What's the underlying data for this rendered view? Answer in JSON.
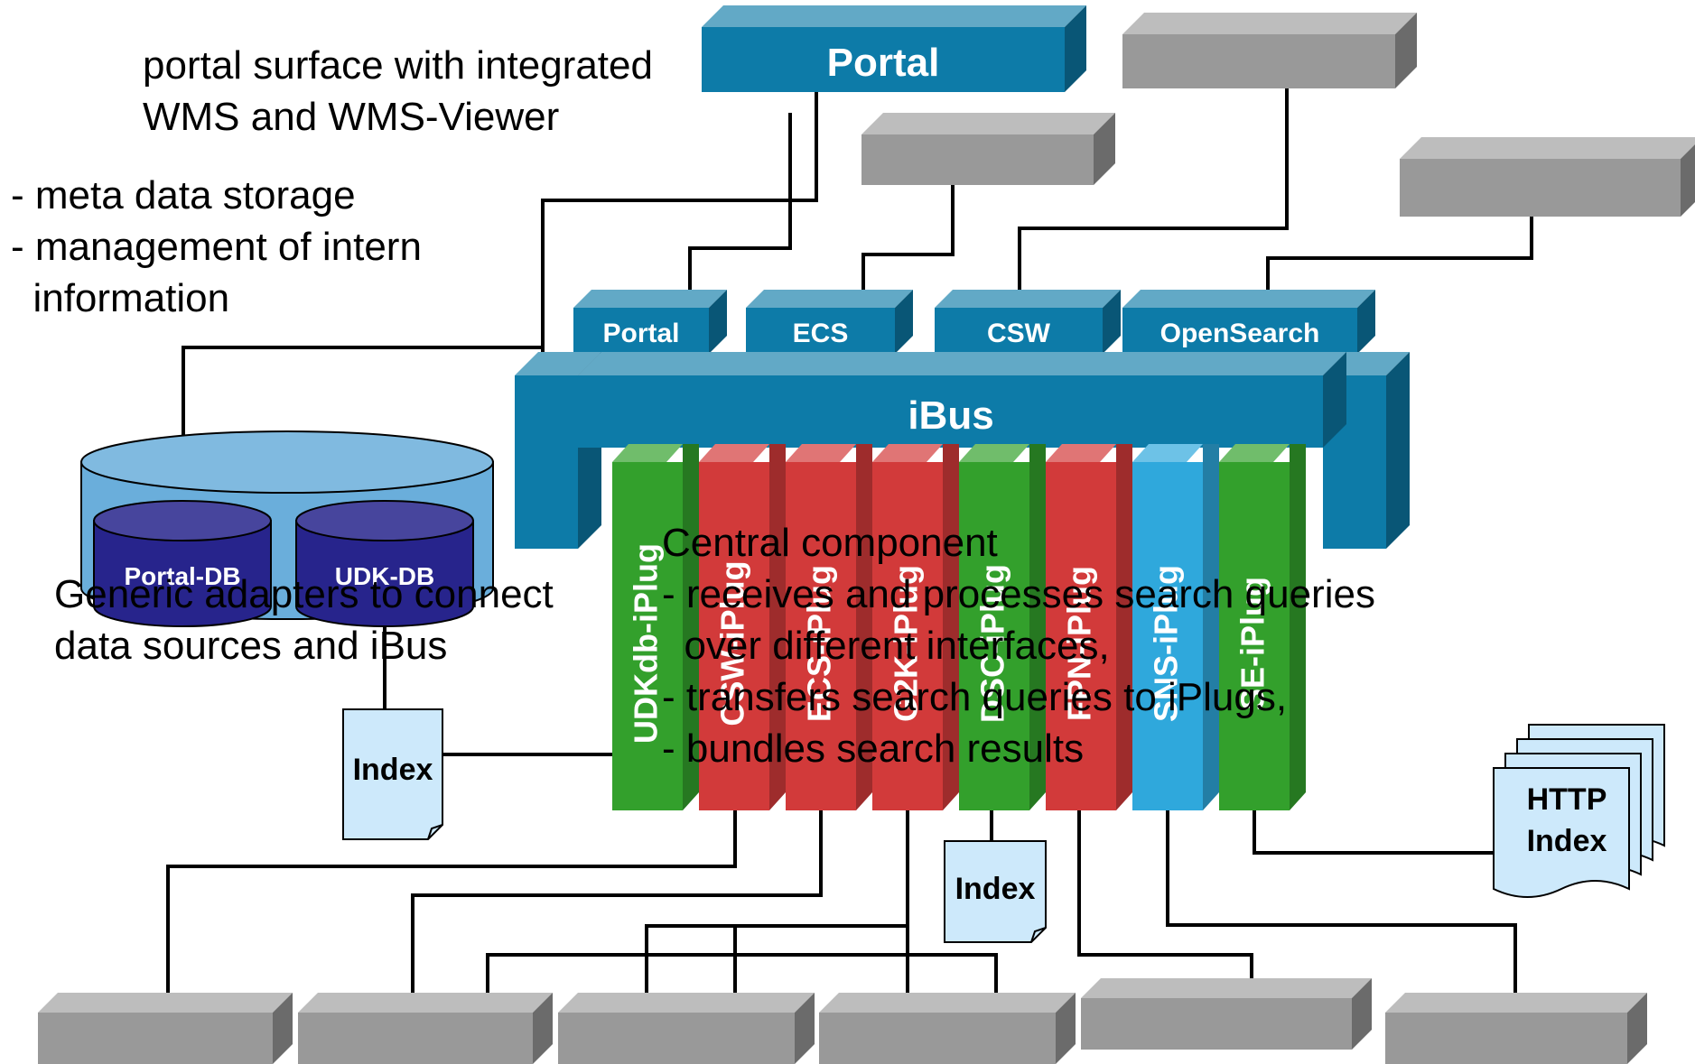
{
  "colors": {
    "blue": "#0d7ba8",
    "gray": "#999999",
    "green": "#33a02c",
    "red": "#d23a3a",
    "light_blue": "#2fa8dc",
    "db_outer": "#6aaedb",
    "db_inner": "#27248c",
    "index": "#cde9fb"
  },
  "top": {
    "portal": "Portal"
  },
  "interfaces": [
    "Portal",
    "ECS",
    "CSW",
    "OpenSearch"
  ],
  "ibus": "iBus",
  "iplugs": [
    {
      "label": "UDKdb-iPlug",
      "color": "green"
    },
    {
      "label": "CSW-iPlug",
      "color": "red"
    },
    {
      "label": "ECS-iPlug",
      "color": "red"
    },
    {
      "label": "G2K-iPlug",
      "color": "red"
    },
    {
      "label": "DSC-iPlug",
      "color": "green"
    },
    {
      "label": "FPN-iPlug",
      "color": "red"
    },
    {
      "label": "SNS-iPlug",
      "color": "light_blue"
    },
    {
      "label": "SE-iPlug",
      "color": "green"
    }
  ],
  "databases": [
    "Portal-DB",
    "UDK-DB"
  ],
  "indexes": [
    "Index",
    "Index"
  ],
  "http_index": [
    "HTTP",
    "Index"
  ],
  "annotations": {
    "portal_surface": [
      "portal surface with integrated",
      "WMS and WMS-Viewer"
    ],
    "meta_storage": [
      "- meta data storage",
      "- management of intern",
      "  information"
    ],
    "generic_adapters": [
      "Generic adapters to connect",
      "data sources and iBus"
    ],
    "central_component": [
      "Central component",
      "- receives and processes search queries",
      "  over different interfaces,",
      "- transfers search queries to iPlugs,",
      "- bundles search results"
    ]
  }
}
